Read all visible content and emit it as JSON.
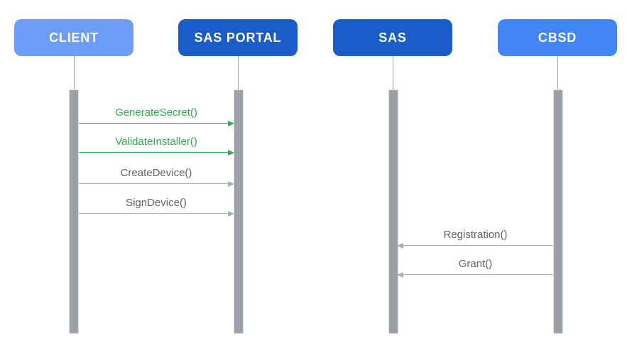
{
  "diagram": {
    "type": "sequence-diagram",
    "background": "#FFFFFF",
    "actors": [
      {
        "label": "CLIENT",
        "fill": "#6C9EF8",
        "text_color": "#FFFFFF"
      },
      {
        "label": "SAS PORTAL",
        "fill": "#1A5CC8",
        "text_color": "#FFFFFF"
      },
      {
        "label": "SAS",
        "fill": "#1A5CC8",
        "text_color": "#FFFFFF"
      },
      {
        "label": "CBSD",
        "fill": "#4285F4",
        "text_color": "#FFFFFF"
      }
    ],
    "messages": [
      {
        "label": "GenerateSecret()",
        "from": "CLIENT",
        "to": "SAS PORTAL",
        "direction": "right",
        "color": "#34A853"
      },
      {
        "label": "ValidateInstaller()",
        "from": "CLIENT",
        "to": "SAS PORTAL",
        "direction": "right",
        "color": "#34A853"
      },
      {
        "label": "CreateDevice()",
        "from": "CLIENT",
        "to": "SAS PORTAL",
        "direction": "right",
        "color": "#9AA0A6"
      },
      {
        "label": "SignDevice()",
        "from": "CLIENT",
        "to": "SAS PORTAL",
        "direction": "right",
        "color": "#9AA0A6"
      },
      {
        "label": "Registration()",
        "from": "CBSD",
        "to": "SAS",
        "direction": "left",
        "color": "#9AA0A6"
      },
      {
        "label": "Grant()",
        "from": "CBSD",
        "to": "SAS",
        "direction": "left",
        "color": "#9AA0A6"
      }
    ],
    "colors": {
      "lifeline": "#9AA0A6",
      "activation_bar": "#9AA0A6",
      "gray_message_text": "#5F6368",
      "green_message": "#34A853"
    }
  }
}
